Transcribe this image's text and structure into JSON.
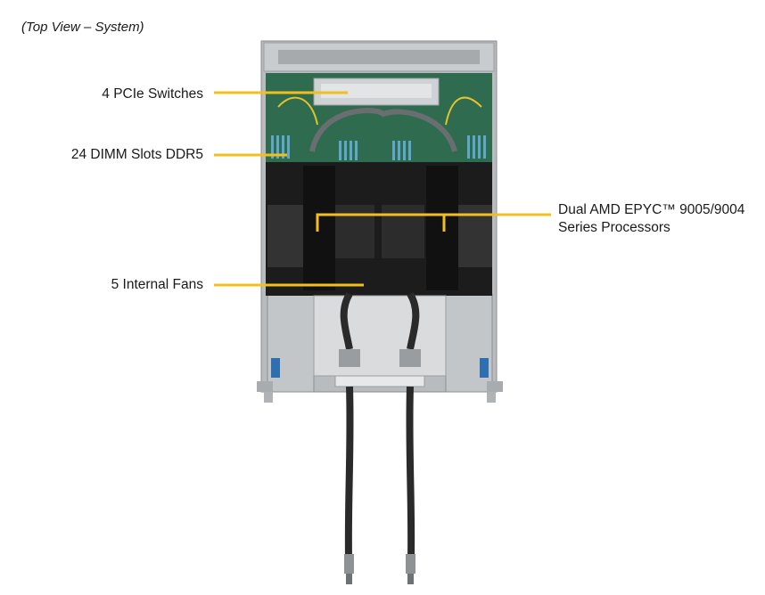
{
  "caption": "(Top View – System)",
  "callouts": {
    "pcie": "4 PCIe Switches",
    "dimm": "24 DIMM Slots DDR5",
    "fans": "5 Internal Fans",
    "cpu_line1": "Dual AMD EPYC™ 9005/9004",
    "cpu_line2": "Series Processors"
  },
  "colors": {
    "callout_line": "#f2c01e",
    "chassis": "#b9bcbf",
    "board": "#2f6b4f",
    "shroud": "#1c1c1c",
    "hose": "#2a2a2a"
  }
}
